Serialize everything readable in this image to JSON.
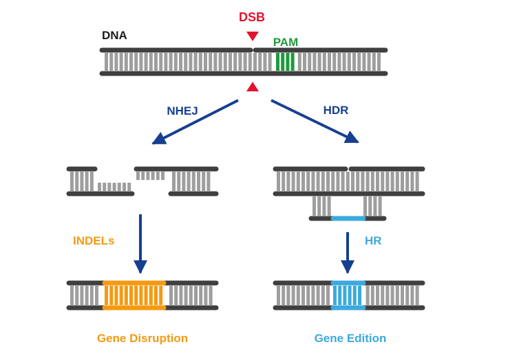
{
  "labels": {
    "dna": "DNA",
    "dsb": "DSB",
    "pam": "PAM",
    "nhej": "NHEJ",
    "hdr": "HDR",
    "indels": "INDELs",
    "hr": "HR",
    "gene_disruption": "Gene Disruption",
    "gene_edition": "Gene Edition"
  },
  "colors": {
    "backbone": "#3f3f3f",
    "base": "#9e9e9e",
    "dsb": "#e3122d",
    "pam": "#1e9a3c",
    "arrow": "#163f8f",
    "indel": "#f49a11",
    "hr": "#3ca9dd"
  }
}
